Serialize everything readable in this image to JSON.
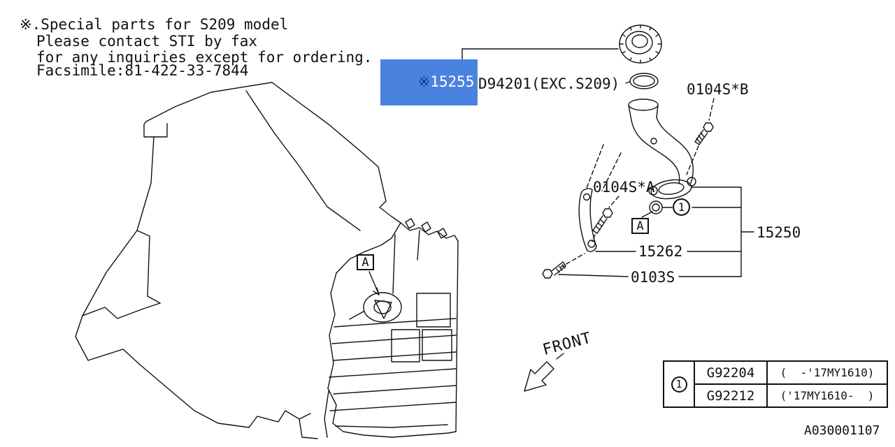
{
  "note": {
    "line1": "※.Special parts for S209 model",
    "line2": "Please contact STI by fax",
    "line3": "for any inquiries except for ordering.",
    "line4": "Facsimile:81-422-33-7844"
  },
  "callouts": {
    "highlight_prefix": "※",
    "highlight_number": "15255",
    "d94201": "D94201(EXC.S209)",
    "bolt_b": "0104S*B",
    "bolt_a": "0104S*A",
    "p15250": "15250",
    "p15262": "15262",
    "p0103s": "0103S",
    "marker_a": "A",
    "circle_marker": "1",
    "front": "FRONT"
  },
  "ref_table": {
    "marker": "1",
    "rows": [
      {
        "part": "G92204",
        "range": "(  -'17MY1610)"
      },
      {
        "part": "G92212",
        "range": "('17MY1610-  )"
      }
    ]
  },
  "doc_code": "A030001107",
  "colors": {
    "highlight_bg": "#4a82e0",
    "highlight_number": "#ffffff",
    "highlight_prefix": "#173a8a",
    "line": "#111111"
  }
}
